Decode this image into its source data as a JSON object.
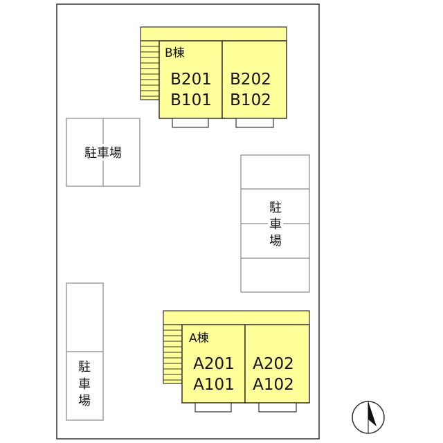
{
  "colors": {
    "building_fill": "#ffff99",
    "outline": "#333333",
    "parking_line": "#888888",
    "site_line": "#333333"
  },
  "building_b": {
    "label": "B棟",
    "units": [
      {
        "upper": "B201",
        "lower": "B101"
      },
      {
        "upper": "B202",
        "lower": "B102"
      }
    ]
  },
  "building_a": {
    "label": "A棟",
    "units": [
      {
        "upper": "A201",
        "lower": "A101"
      },
      {
        "upper": "A202",
        "lower": "A102"
      }
    ]
  },
  "parking": {
    "left_top": {
      "label": "駐車場"
    },
    "right": {
      "chars": [
        "駐",
        "車",
        "場"
      ]
    },
    "left_bottom": {
      "chars": [
        "駐",
        "車",
        "場"
      ]
    }
  },
  "compass": {
    "icon": "north-arrow-icon"
  }
}
